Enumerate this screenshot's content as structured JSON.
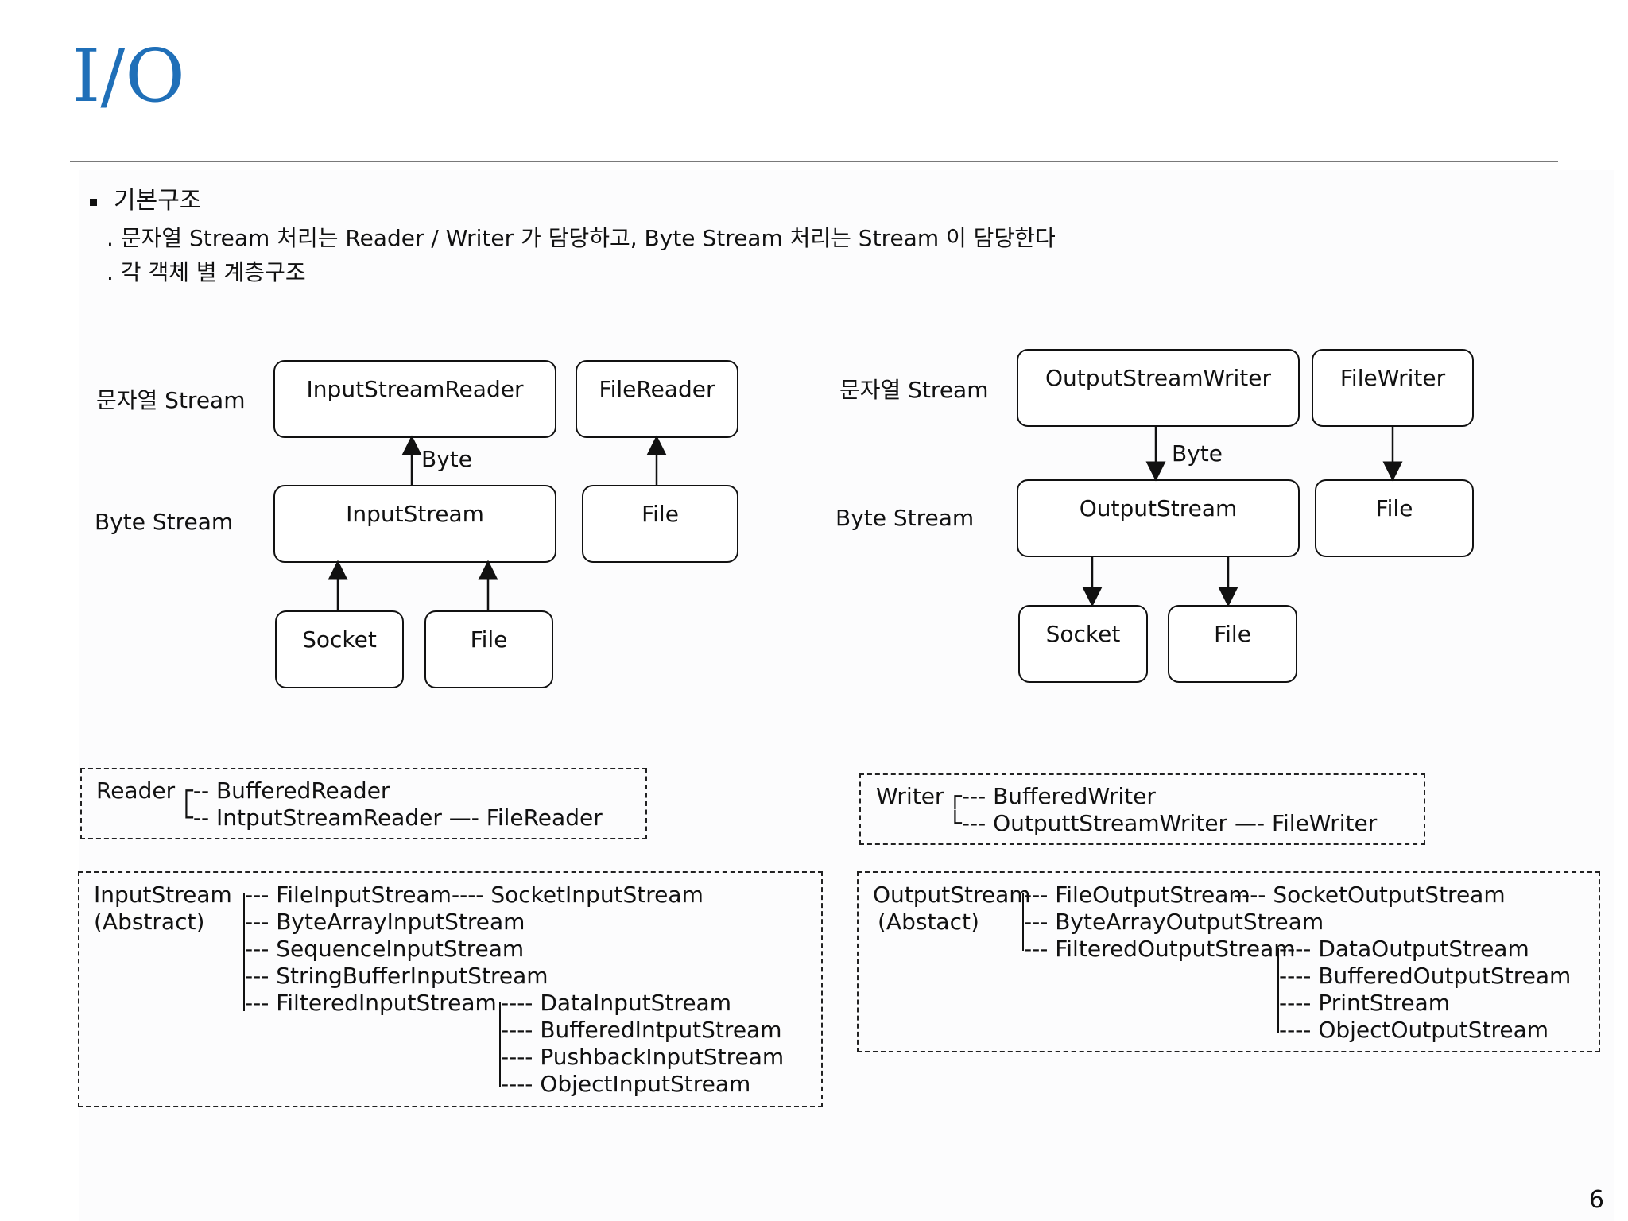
{
  "slide": {
    "title": "I/O",
    "bullet": "기본구조",
    "sub1": ". 문자열 Stream 처리는 Reader / Writer 가 담당하고, Byte Stream 처리는 Stream 이 담당한다",
    "sub2": ". 각 객체 별 계층구조",
    "page_number": "6"
  },
  "input_diagram": {
    "row_char_label": "문자열 Stream",
    "row_byte_label": "Byte Stream",
    "input_stream_reader": "InputStreamReader",
    "file_reader": "FileReader",
    "byte_label": "Byte",
    "input_stream": "InputStream",
    "file_top": "File",
    "socket": "Socket",
    "file_bottom": "File"
  },
  "output_diagram": {
    "row_char_label": "문자열 Stream",
    "row_byte_label": "Byte Stream",
    "output_stream_writer": "OutputStreamWriter",
    "file_writer": "FileWriter",
    "byte_label": "Byte",
    "output_stream": "OutputStream",
    "file_top": "File",
    "socket": "Socket",
    "file_bottom": "File"
  },
  "reader_tree": {
    "root": "Reader",
    "line1": "┌-- BufferedReader",
    "line2": "└-- IntputStreamReader —- FileReader"
  },
  "writer_tree": {
    "root": "Writer",
    "line1": "┌--- BufferedWriter",
    "line2": "└--- OutputtStreamWriter —- FileWriter"
  },
  "inputstream_tree": {
    "root1": "InputStream",
    "root2": "(Abstract)",
    "line1": "--- FileInputStream",
    "line1b": "---- SocketInputStream",
    "line2": "--- ByteArrayInputStream",
    "line3": "--- SequenceInputStream",
    "line4": "--- StringBufferInputStream",
    "line5": "--- FilteredInputStream",
    "sub1": "---- DataInputStream",
    "sub2": "---- BufferedIntputStream",
    "sub3": "---- PushbackInputStream",
    "sub4": "---- ObjectInputStream"
  },
  "outputstream_tree": {
    "root1": "OutputStream",
    "root2": "(Abstact)",
    "line1": "--- FileOutputStream",
    "line1b": "---- SocketOutputStream",
    "line2": "--- ByteArrayOutputStream",
    "line3": "--- FilteredOutputStream",
    "sub1": "---- DataOutputStream",
    "sub2": "---- BufferedOutputStream",
    "sub3": "---- PrintStream",
    "sub4": "---- ObjectOutputStream"
  }
}
